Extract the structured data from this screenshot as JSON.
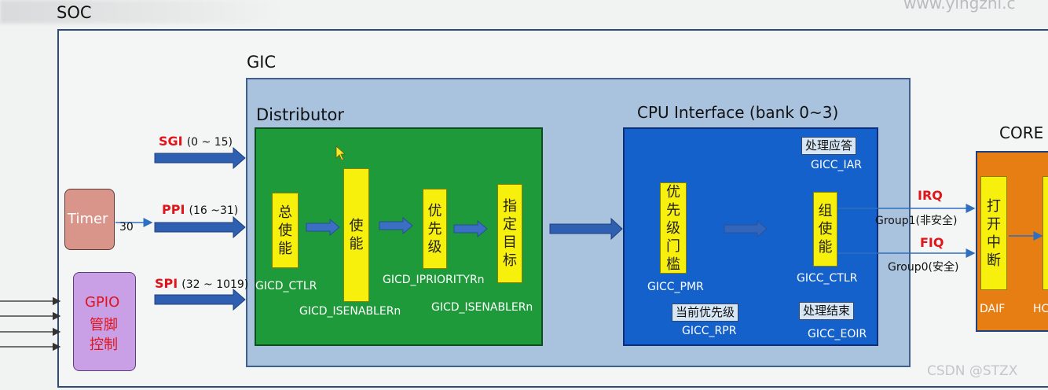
{
  "labels": {
    "soc": "SOC",
    "gic": "GIC",
    "distributor": "Distributor",
    "cpu_interface": "CPU Interface (bank 0~3)",
    "core": "CORE",
    "watermark_top": "www.yingzhi.c",
    "csdn": "CSDN @STZX"
  },
  "sources": {
    "timer": "Timer",
    "timer_value": "30",
    "gpio_line1": "GPIO",
    "gpio_line2": "管脚",
    "gpio_line3": "控制"
  },
  "interrupts": {
    "sgi": "SGI",
    "sgi_range": "(0 ~ 15)",
    "ppi": "PPI",
    "ppi_range": "(16 ~31)",
    "spi": "SPI",
    "spi_range": "(32 ~ 1019)"
  },
  "distributor": {
    "total_enable": "总使能",
    "enable": "使能",
    "priority": "优先级",
    "target": "指定目标",
    "gicd_ctlr": "GICD_CTLR",
    "gicd_isenabler": "GICD_ISENABLERn",
    "gicd_ipriority": "GICD_IPRIORITYRn",
    "gicd_isenabler2": "GICD_ISENABLERn"
  },
  "cpu": {
    "ack": "处理应答",
    "gicc_iar": "GICC_IAR",
    "priority_threshold": "优先级门槛",
    "gicc_pmr": "GICC_PMR",
    "group_enable": "组使能",
    "gicc_ctlr": "GICC_CTLR",
    "current_priority": "当前优先级",
    "gicc_rpr": "GICC_RPR",
    "end_processing": "处理结束",
    "gicc_eoir": "GICC_EOIR"
  },
  "outputs": {
    "irq": "IRQ",
    "group1": "Group1(非安全)",
    "fiq": "FIQ",
    "group0": "Group0(安全)"
  },
  "core": {
    "open_interrupt": "打开中断",
    "daif": "DAIF",
    "hcr_partial": "HC"
  },
  "colors": {
    "gic_fill": "#a9c3df",
    "distributor_fill": "#1f9a3a",
    "cpu_fill": "#1561cc",
    "core_fill": "#e67e14",
    "enable_box": "#f7ef0c",
    "arrow_blue": "#2f5fb0",
    "red_label": "#e0141b"
  }
}
